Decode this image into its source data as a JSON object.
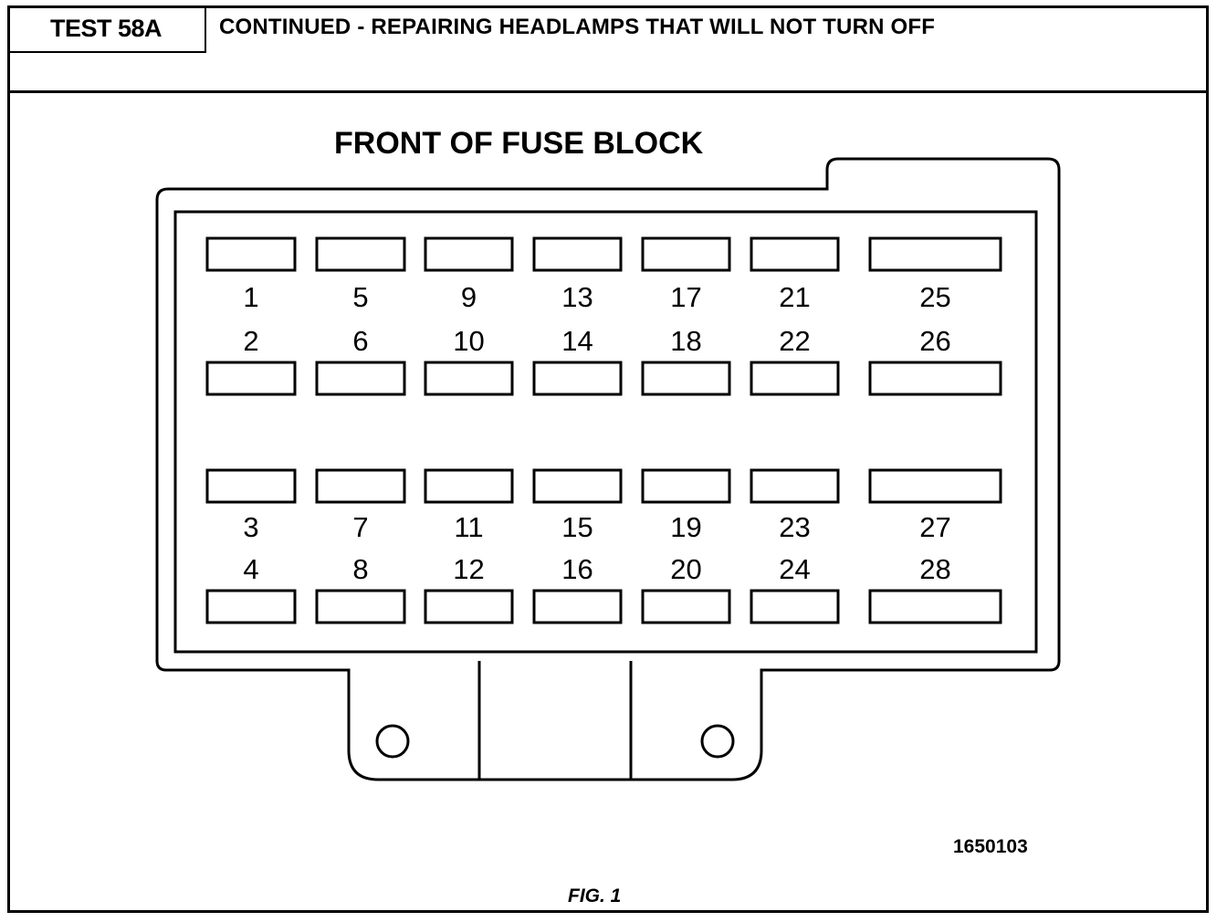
{
  "header": {
    "test_id": "TEST 58A",
    "title": "CONTINUED -  REPAIRING HEADLAMPS THAT WILL NOT TURN OFF"
  },
  "diagram": {
    "title": "FRONT OF FUSE BLOCK",
    "fuses": [
      "1",
      "2",
      "3",
      "4",
      "5",
      "6",
      "7",
      "8",
      "9",
      "10",
      "11",
      "12",
      "13",
      "14",
      "15",
      "16",
      "17",
      "18",
      "19",
      "20",
      "21",
      "22",
      "23",
      "24",
      "25",
      "26",
      "27",
      "28"
    ],
    "id": "1650103",
    "caption": "FIG. 1"
  }
}
